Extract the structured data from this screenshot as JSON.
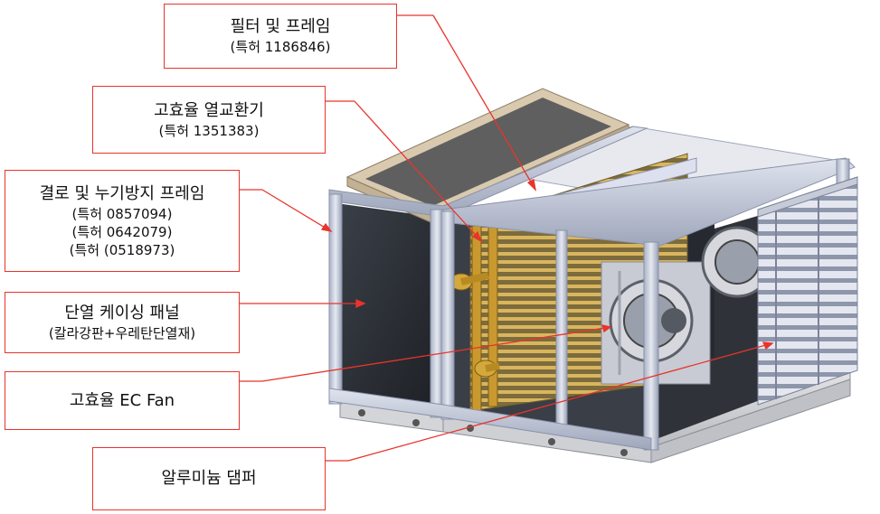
{
  "callouts": {
    "filter": {
      "title": "필터 및 프레임",
      "patents": [
        "(특허 1186846)"
      ]
    },
    "heat_exchanger": {
      "title": "고효율 열교환기",
      "patents": [
        "(특허 1351383)"
      ]
    },
    "leak_frame": {
      "title": "결로 및 누기방지 프레임",
      "patents": [
        "(특허 0857094)",
        "(특허 0642079)",
        "(특허 (0518973)"
      ]
    },
    "insulation_panel": {
      "title": "단열 케이싱 패널",
      "patents": [
        "(칼라강판+우레탄단열재)"
      ]
    },
    "ec_fan": {
      "title": "고효율 EC Fan",
      "patents": []
    },
    "damper": {
      "title": "알루미늄 댐퍼",
      "patents": []
    }
  },
  "colors": {
    "leader_line": "#e8342c",
    "frame": "#b9c0d2",
    "heat_exchanger": "#c9a64a",
    "panel_dark": "#2b2f36"
  }
}
